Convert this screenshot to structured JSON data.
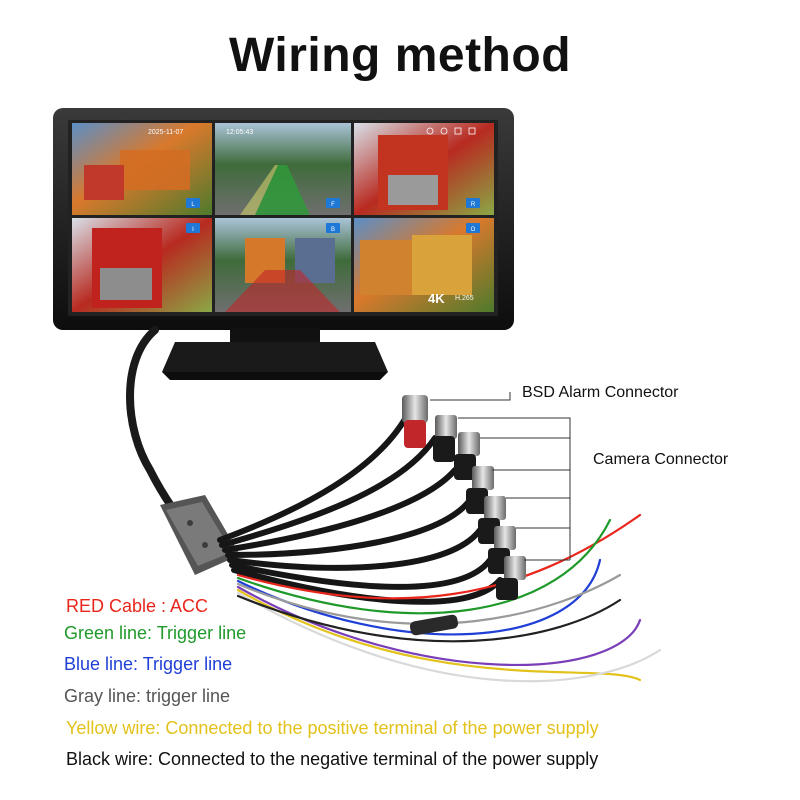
{
  "title": "Wiring method",
  "monitor": {
    "screen_time": "2025-11-07",
    "screen_time_2": "12:05:43",
    "badge_4k": "4K",
    "badge_codec": "H.265",
    "tiles": [
      {
        "tag": "L"
      },
      {
        "tag": "F"
      },
      {
        "tag": "R"
      },
      {
        "tag": "I"
      },
      {
        "tag": "B"
      },
      {
        "tag": "O"
      }
    ]
  },
  "callouts": {
    "bsd": "BSD Alarm Connector",
    "camera": "Camera Connector"
  },
  "legend": [
    {
      "text": "RED Cable :  ACC",
      "color": "#e8261c"
    },
    {
      "text": "Green line: Trigger line",
      "color": "#1f9a2a"
    },
    {
      "text": "Blue line: Trigger line",
      "color": "#1f3fd6"
    },
    {
      "text": "Gray line: trigger line",
      "color": "#555555"
    },
    {
      "text": "Yellow wire: Connected to the positive terminal of the power supply",
      "color": "#e2c21b"
    },
    {
      "text": "Black wire: Connected to the negative terminal of the power supply",
      "color": "#111111"
    }
  ],
  "colors": {
    "monitor_frame": "#1c1c1c",
    "screen_bg": "#2a2a2a",
    "cable": "#1a1a1a",
    "connector_red": "#c0262a"
  }
}
